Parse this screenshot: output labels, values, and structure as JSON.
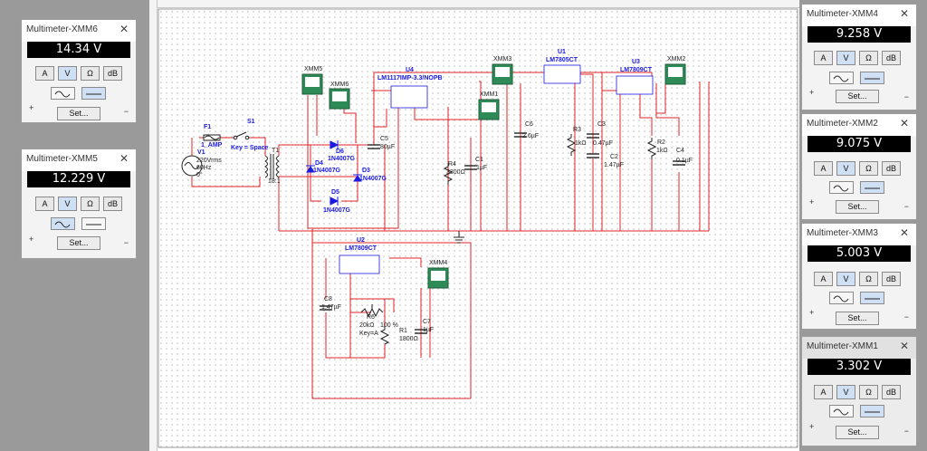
{
  "multimeters": {
    "xmm6": {
      "title": "Multimeter-XMM6",
      "reading": "14.34 V",
      "set_label": "Set...",
      "plus": "+",
      "minus": "−"
    },
    "xmm5": {
      "title": "Multimeter-XMM5",
      "reading": "12.229 V",
      "set_label": "Set...",
      "plus": "+",
      "minus": "−"
    },
    "xmm4": {
      "title": "Multimeter-XMM4",
      "reading": "9.258 V",
      "set_label": "Set...",
      "plus": "+",
      "minus": "−"
    },
    "xmm2": {
      "title": "Multimeter-XMM2",
      "reading": "9.075 V",
      "set_label": "Set...",
      "plus": "+",
      "minus": "−"
    },
    "xmm3": {
      "title": "Multimeter-XMM3",
      "reading": "5.003 V",
      "set_label": "Set...",
      "plus": "+",
      "minus": "−"
    },
    "xmm1": {
      "title": "Multimeter-XMM1",
      "reading": "3.302 V",
      "set_label": "Set...",
      "plus": "+",
      "minus": "−"
    }
  },
  "mode_buttons": {
    "amp": "A",
    "volt": "V",
    "ohm": "Ω",
    "db": "dB",
    "close": "✕"
  },
  "circuit": {
    "f1": {
      "ref": "F1",
      "value": "1_AMP"
    },
    "s1": {
      "ref": "S1",
      "key": "Key = Space"
    },
    "v1": {
      "ref": "V1",
      "value": "220Vrms",
      "freq": "60Hz",
      "phase": "0°"
    },
    "t1": {
      "ref": "T1",
      "ratio": "18:1"
    },
    "d3": {
      "ref": "D3",
      "part": "1N4007G"
    },
    "d4": {
      "ref": "D4",
      "part": "1N4007G"
    },
    "d5": {
      "ref": "D5",
      "part": "1N4007G"
    },
    "d6": {
      "ref": "D6",
      "part": "1N4007G"
    },
    "c5": {
      "ref": "C5",
      "value": "80µF"
    },
    "u4": {
      "ref": "U4",
      "part": "LM1117IMP-3.3/NOPB"
    },
    "u1": {
      "ref": "U1",
      "part": "LM7805CT"
    },
    "u3": {
      "ref": "U3",
      "part": "LM7809CT"
    },
    "u2": {
      "ref": "U2",
      "part": "LM7809CT"
    },
    "c6": {
      "ref": "C6",
      "value": "2.6µF"
    },
    "c3": {
      "ref": "C3",
      "value": "0.47µF"
    },
    "c2": {
      "ref": "C2",
      "value": "1.47µF"
    },
    "c1": {
      "ref": "C1",
      "value": "1µF"
    },
    "c4": {
      "ref": "C4",
      "value": "0.1µF"
    },
    "c8": {
      "ref": "C8",
      "value": "1.47µF"
    },
    "c7": {
      "ref": "C7",
      "value": "1µF"
    },
    "r1": {
      "ref": "R1",
      "value": "1800Ω"
    },
    "r2": {
      "ref": "R2",
      "value": "1kΩ"
    },
    "r3": {
      "ref": "R3",
      "value": "1kΩ"
    },
    "r4": {
      "ref": "R4",
      "value": "3300Ω"
    },
    "r6": {
      "ref": "R6",
      "value": "20kΩ",
      "pct": "100 %",
      "key": "Key=A"
    },
    "probes": {
      "xmm1": "XMM1",
      "xmm2": "XMM2",
      "xmm3": "XMM3",
      "xmm4": "XMM4",
      "xmm5": "XMM5",
      "xmm6": "XMM6"
    }
  },
  "colors": {
    "wire": "#e0252a",
    "component": "#1a1ae0",
    "display_bg": "#000000",
    "display_fg": "#ffffff",
    "accent": "#cfe0f5"
  }
}
